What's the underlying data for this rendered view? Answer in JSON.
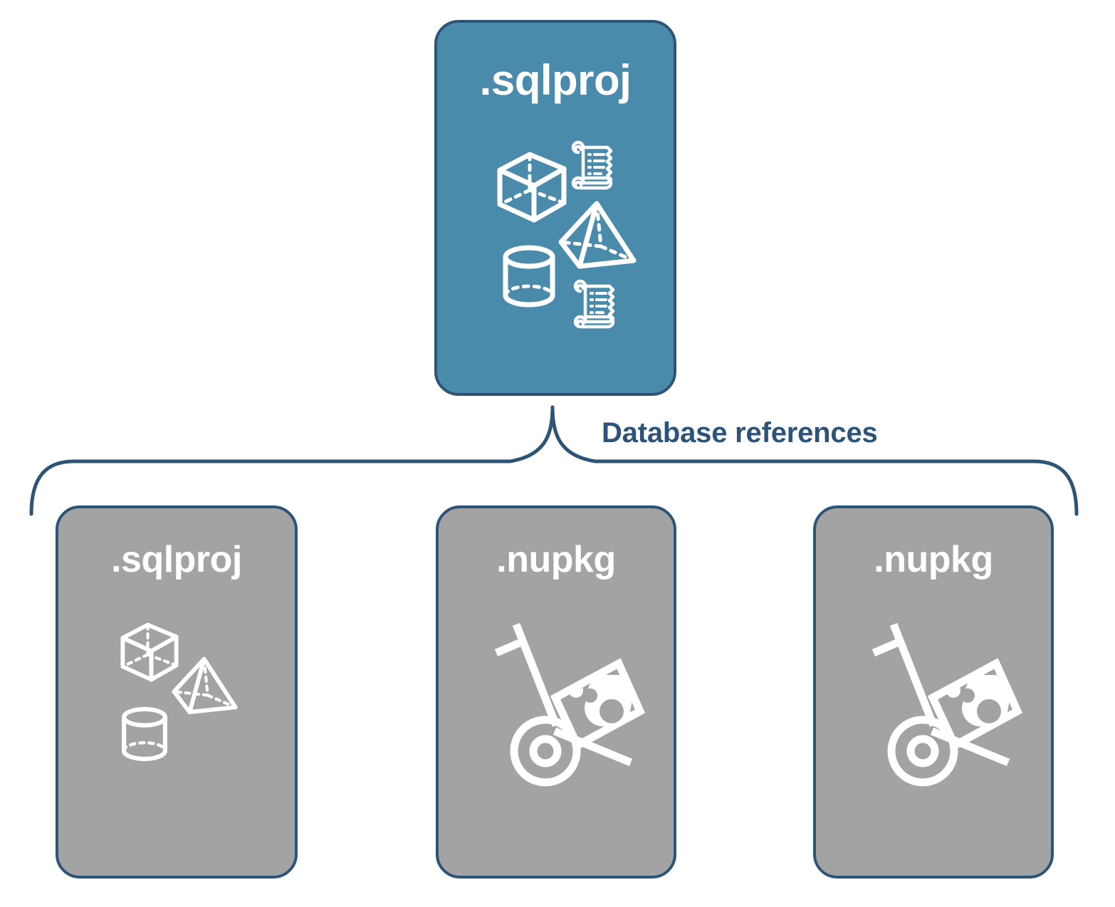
{
  "diagram": {
    "title_text": "Database references",
    "colors": {
      "primary_fill": "#4a8aab",
      "secondary_fill": "#a3a3a3",
      "stroke": "#2d5476",
      "icon": "#ffffff",
      "label_text": "#2d5476",
      "background": "#ffffff"
    },
    "root": {
      "label": ".sqlproj",
      "icons": [
        "cube-wireframe-icon",
        "pyramid-wireframe-icon",
        "cylinder-wireframe-icon",
        "scroll-script-icon",
        "scroll-script-icon"
      ]
    },
    "edge": {
      "label": "Database references",
      "style": "curly-brace"
    },
    "children": [
      {
        "id": "child-sqlproj",
        "label": ".sqlproj",
        "icons": [
          "cube-wireframe-icon",
          "pyramid-wireframe-icon",
          "cylinder-wireframe-icon"
        ]
      },
      {
        "id": "child-nupkg-1",
        "label": ".nupkg",
        "icons": [
          "nuget-hand-truck-icon"
        ]
      },
      {
        "id": "child-nupkg-2",
        "label": ".nupkg",
        "icons": [
          "nuget-hand-truck-icon"
        ]
      }
    ]
  }
}
